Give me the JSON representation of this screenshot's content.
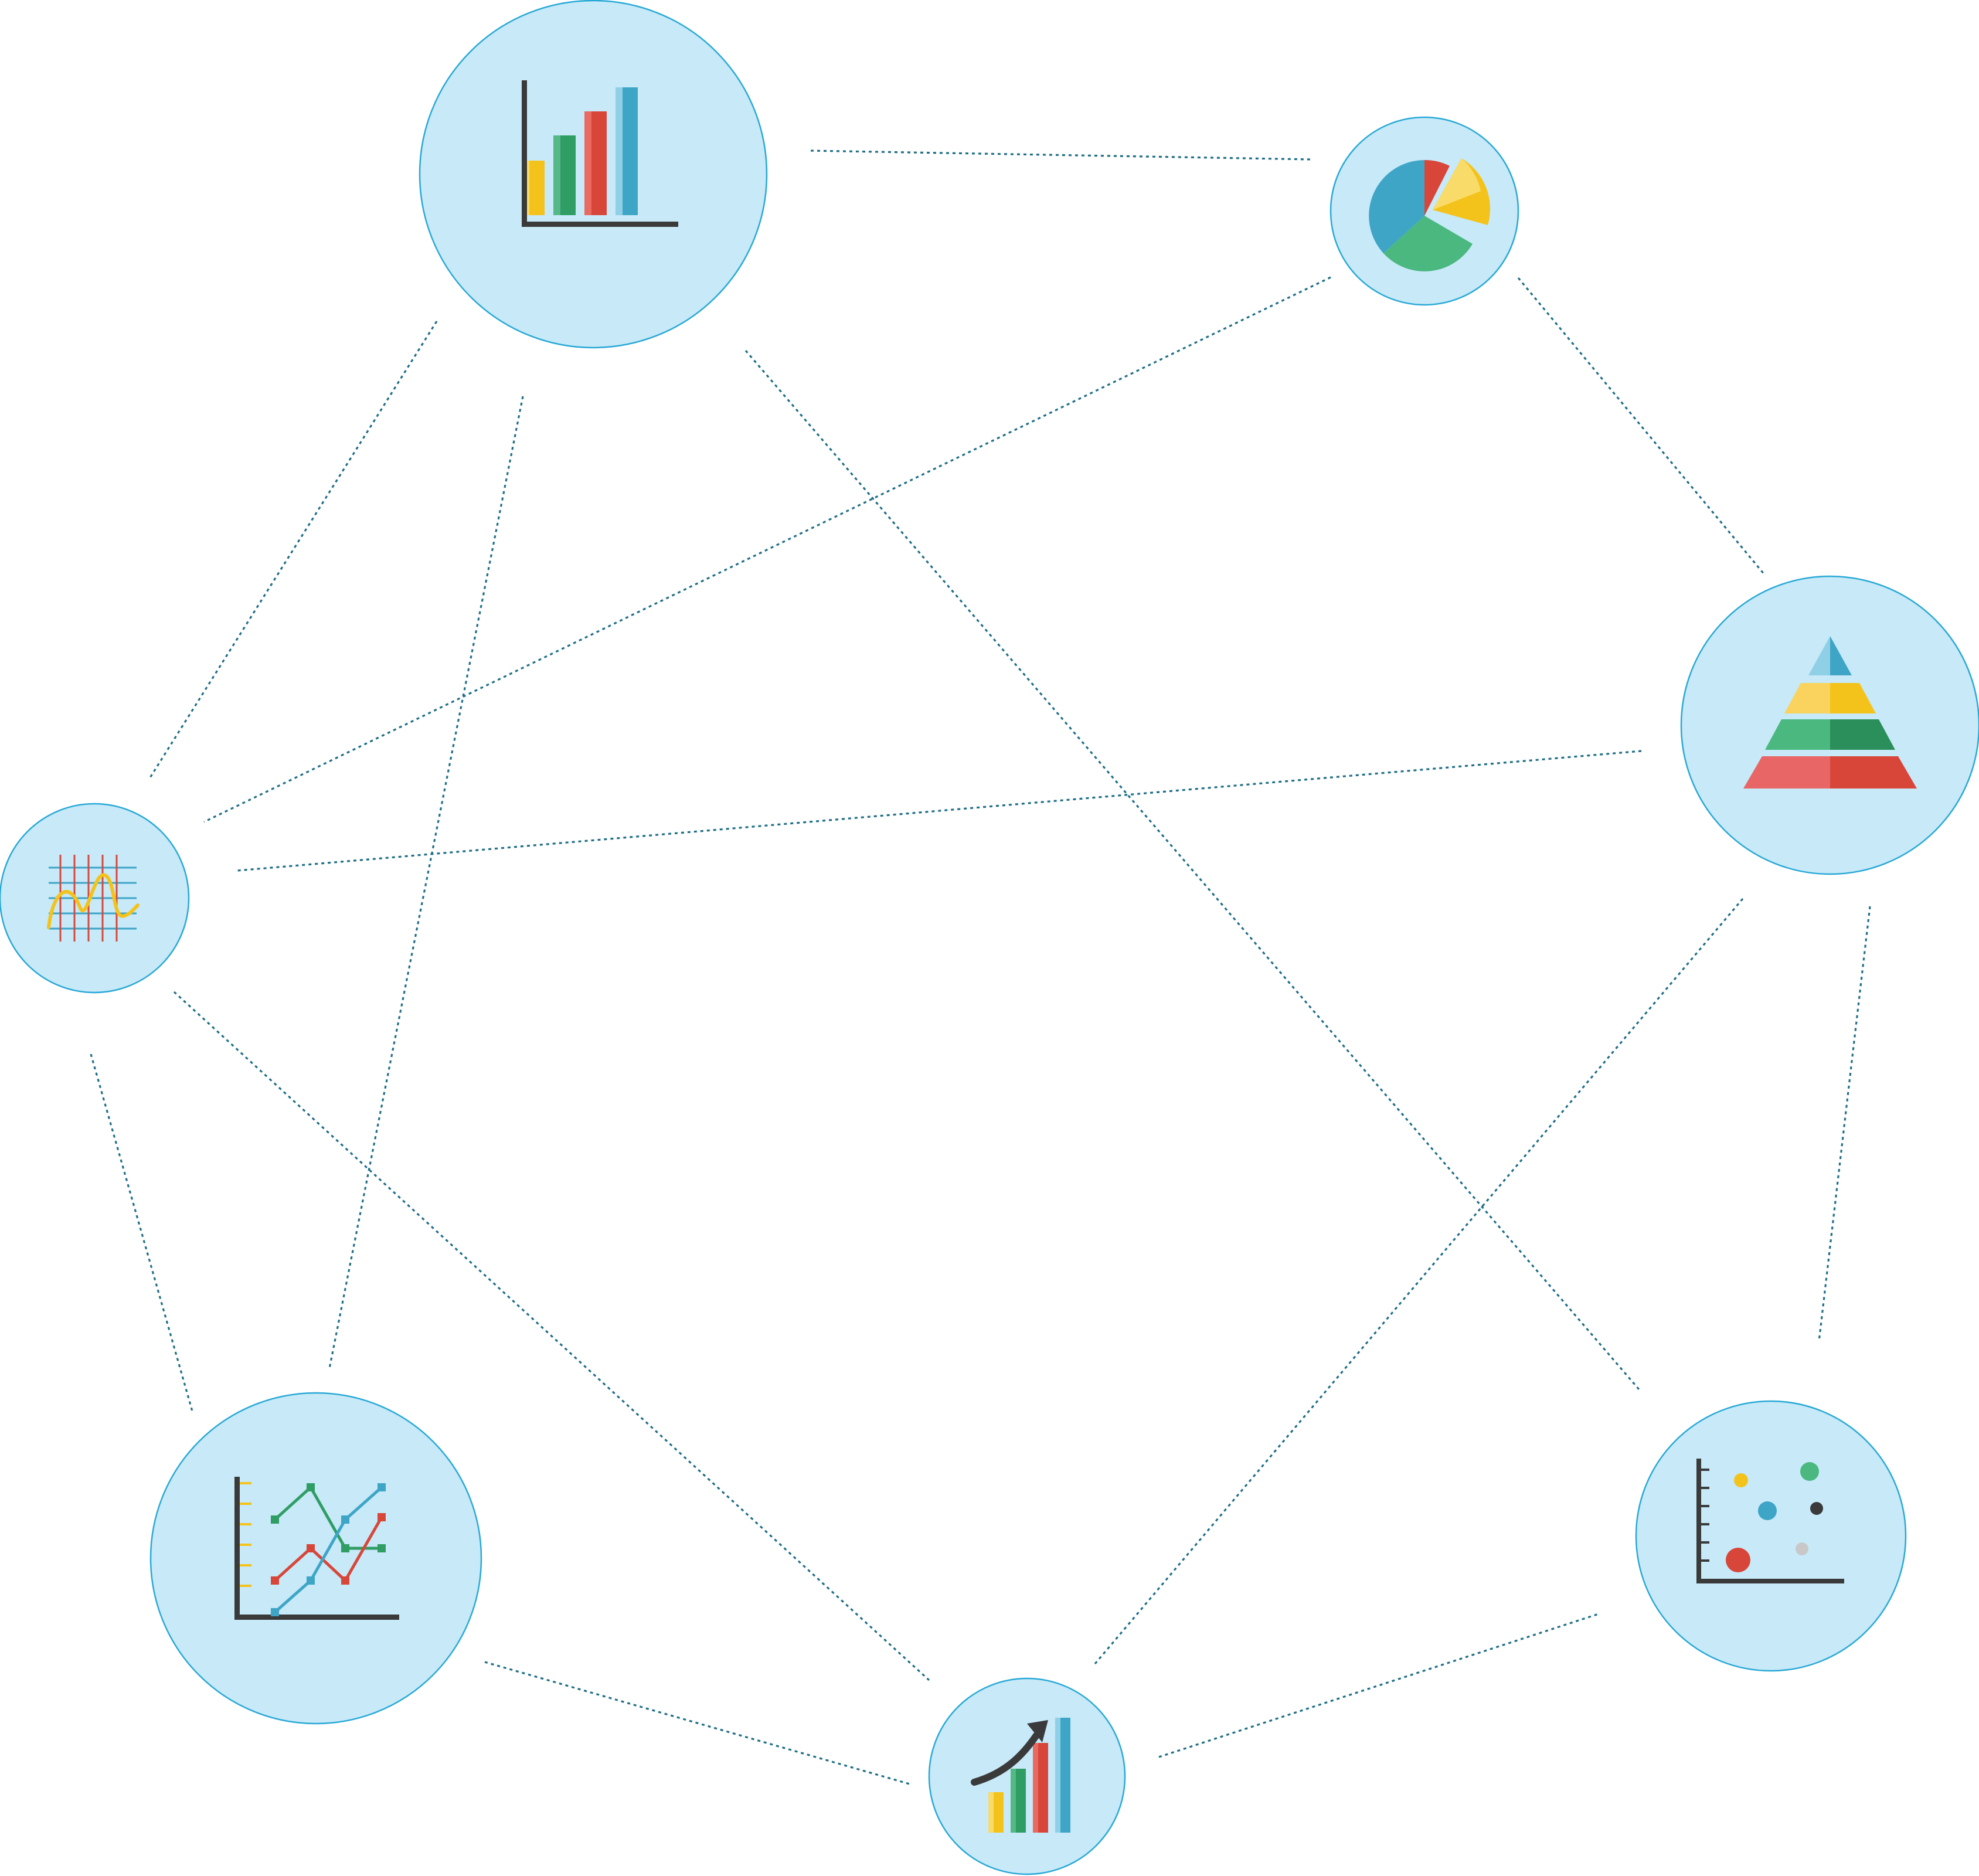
{
  "diagram": {
    "type": "network",
    "colors": {
      "background": "#ffffff",
      "node_fill": "#c7e9f8",
      "node_stroke": "#29a9d6",
      "link": "#1f6e87",
      "yellow": "#f4c31b",
      "green": "#2f9d64",
      "red": "#d8463a",
      "blue": "#3ea5c7",
      "dark": "#3a3a3a"
    },
    "nodes": [
      {
        "id": "bar",
        "icon": "bar-chart-icon"
      },
      {
        "id": "pie",
        "icon": "pie-chart-icon"
      },
      {
        "id": "pyramid",
        "icon": "pyramid-chart-icon"
      },
      {
        "id": "scatter",
        "icon": "scatter-plot-icon"
      },
      {
        "id": "growth",
        "icon": "growth-bar-chart-icon"
      },
      {
        "id": "line",
        "icon": "line-chart-icon"
      },
      {
        "id": "wave",
        "icon": "waveform-grid-icon"
      }
    ],
    "links": [
      [
        "bar",
        "pie"
      ],
      [
        "bar",
        "wave"
      ],
      [
        "bar",
        "line"
      ],
      [
        "bar",
        "scatter"
      ],
      [
        "pie",
        "wave"
      ],
      [
        "pie",
        "pyramid"
      ],
      [
        "pyramid",
        "wave"
      ],
      [
        "pyramid",
        "growth"
      ],
      [
        "pyramid",
        "scatter"
      ],
      [
        "wave",
        "line"
      ],
      [
        "wave",
        "growth"
      ],
      [
        "line",
        "growth"
      ],
      [
        "growth",
        "scatter"
      ]
    ]
  }
}
